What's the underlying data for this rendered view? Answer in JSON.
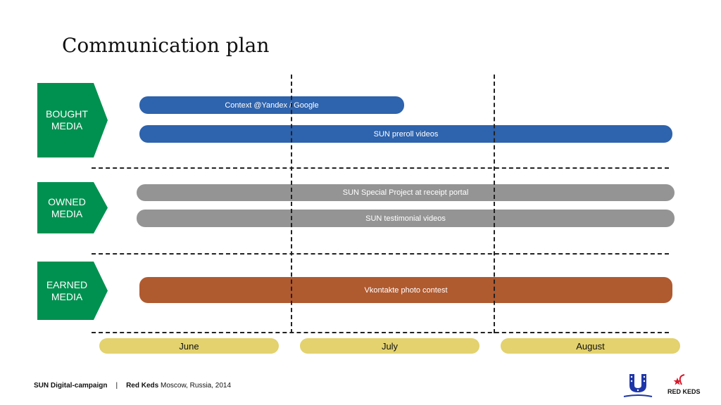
{
  "slide": {
    "title": "Communication plan"
  },
  "categories": [
    {
      "label": "BOUGHT\nMEDIA"
    },
    {
      "label": "OWNED\nMEDIA"
    },
    {
      "label": "EARNED\nMEDIA"
    }
  ],
  "activities": [
    {
      "label": "Context @Yandex / Google",
      "color": "#2e63ad"
    },
    {
      "label": "SUN preroll videos",
      "color": "#2e63ad"
    },
    {
      "label": "SUN Special Project at receipt portal",
      "color": "#949494"
    },
    {
      "label": "SUN testimonial videos",
      "color": "#949494"
    },
    {
      "label": "Vkontakte photo contest",
      "color": "#b05a30"
    }
  ],
  "months": [
    "June",
    "July",
    "August"
  ],
  "footer": {
    "campaign": "SUN Digital-campaign",
    "separator": "|",
    "agency": "Red Keds",
    "location": "Moscow, Russia, 2014"
  },
  "logos": {
    "unilever": "Unilever",
    "redkeds": "RED KEDS"
  },
  "colors": {
    "category": "#009150",
    "month": "#e3d26e"
  }
}
